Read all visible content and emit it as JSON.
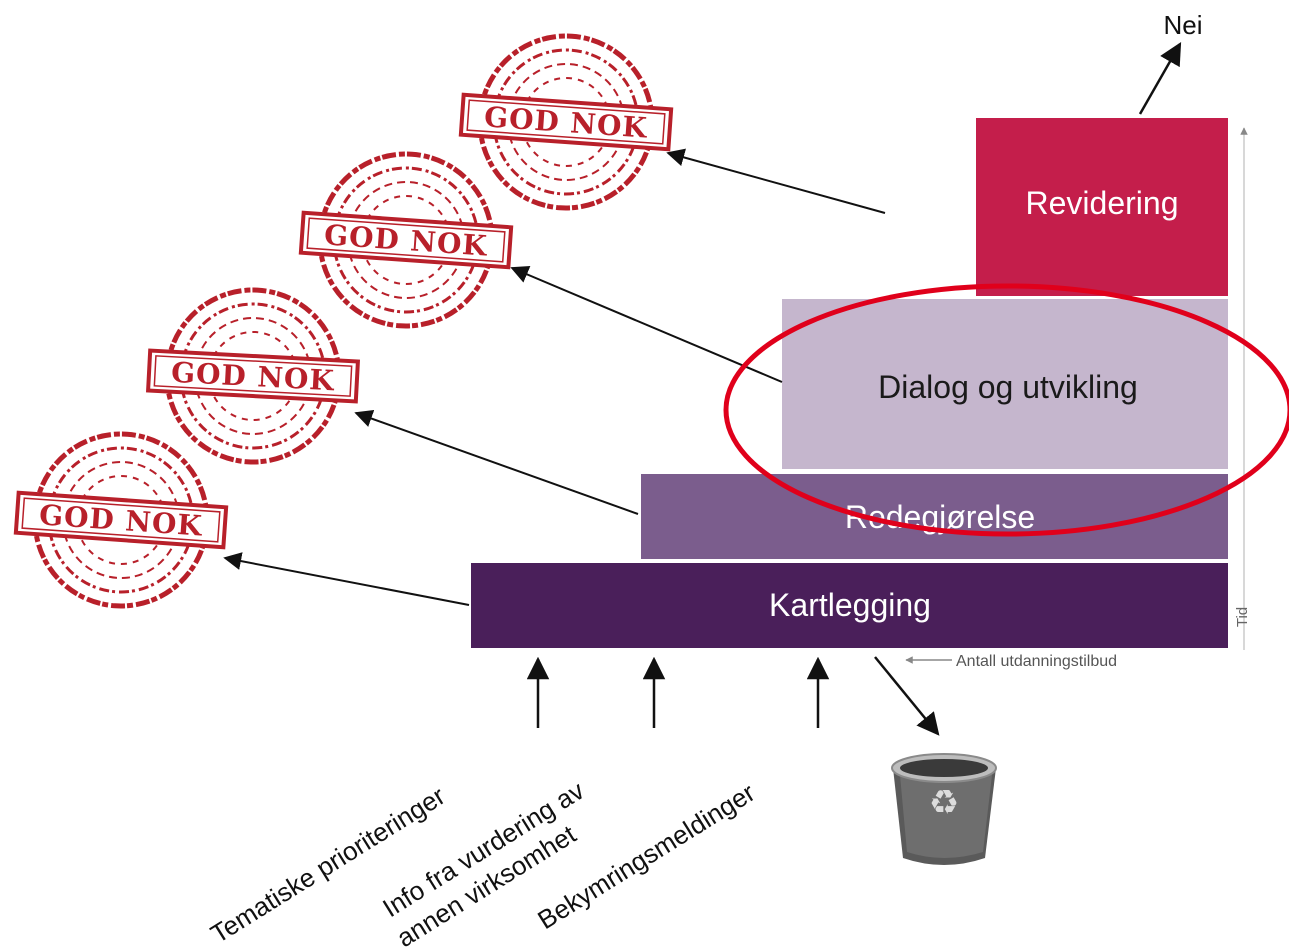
{
  "top_label": "Nei",
  "stages": {
    "revidering": "Revidering",
    "dialog": "Dialog og utvikling",
    "redegjorelse": "Redegjørelse",
    "kartlegging": "Kartlegging"
  },
  "axes": {
    "tid": "Tid",
    "antall": "Antall utdanningstilbud"
  },
  "stamp_text": "GOD NOK",
  "inputs": {
    "tematiske": "Tematiske prioriteringer",
    "info_line1": "Info fra vurdering av",
    "info_line2": "annen virksomhet",
    "bekymring": "Bekymringsmeldinger"
  },
  "icons": {
    "trash": "recycle-bin-icon",
    "stamp": "god-nok-stamp-icon"
  },
  "colors": {
    "revidering": "#c41e4b",
    "dialog": "#c5b6cd",
    "redegjorelse": "#7b5d8d",
    "kartlegging": "#4a1f5a",
    "stamp": "#b8202a",
    "highlight_ellipse": "#e0001b"
  }
}
